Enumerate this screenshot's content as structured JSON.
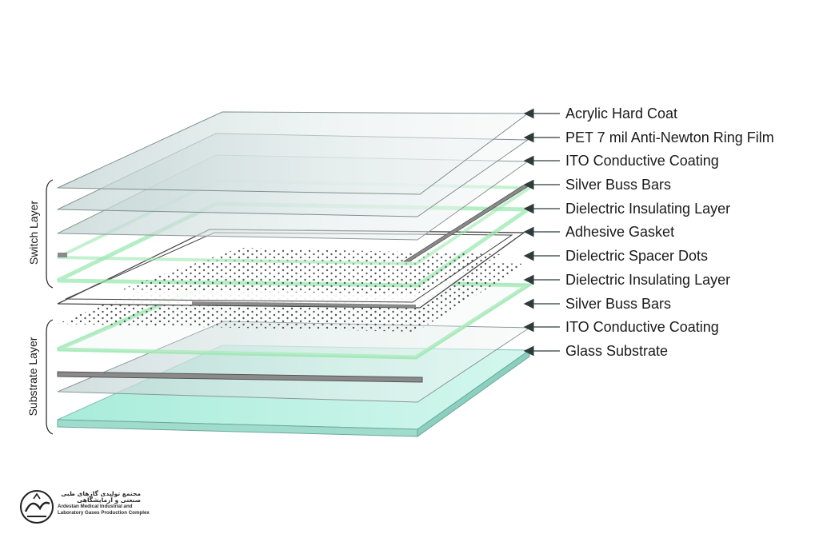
{
  "labels": [
    "Acrylic Hard Coat",
    "PET 7 mil Anti-Newton Ring Film",
    "ITO Conductive Coating",
    "Silver Buss Bars",
    "Dielectric Insulating Layer",
    "Adhesive Gasket",
    "Dielectric Spacer Dots",
    "Dielectric Insulating Layer",
    "Silver Buss Bars",
    "ITO Conductive Coating",
    "Glass Substrate"
  ],
  "groups": {
    "switch": "Switch Layer",
    "substrate": "Substrate Layer"
  },
  "logo": {
    "persian_line1": "مجتمع تولیدی گازهای طبی",
    "persian_line2": "صنعتی و آزمایشگاهی",
    "english_line1": "Ardestan Medical Industrial and",
    "english_line2": "Laboratory Gases Production Complex"
  },
  "colors": {
    "glass": "#d6e2e2",
    "green": "#9be8b0",
    "substrate": "#b8efe2",
    "bar": "#8a8a8a",
    "arrow": "#2f3b3b"
  }
}
